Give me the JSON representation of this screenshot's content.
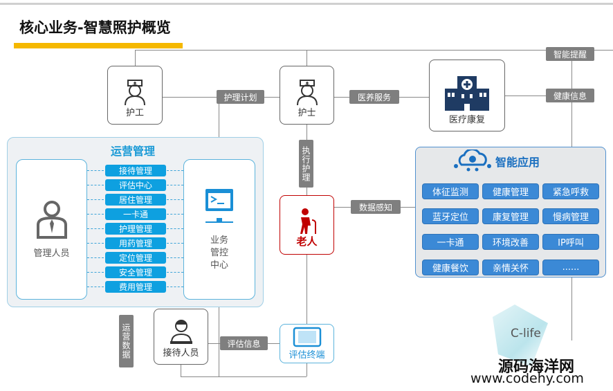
{
  "title": "核心业务-智慧照护概览",
  "nodes": {
    "nurse_aide": "护工",
    "nurse": "护士",
    "medical": "医疗康复",
    "elder": "老人",
    "receptionist": "接待人员",
    "terminal": "评估终端",
    "manager": "管理人员",
    "control_center": "业务管控中心"
  },
  "tags": {
    "smart_remind": "智能提醒",
    "health_info": "健康信息",
    "medical_service": "医养服务",
    "care_plan": "护理计划",
    "execute_care": "执行护理",
    "data_sense": "数据感知",
    "assess_info": "评估信息",
    "ops_data": "运营数据"
  },
  "ops": {
    "title": "运营管理",
    "items": [
      "接待管理",
      "评估中心",
      "居住管理",
      "一卡通",
      "护理管理",
      "用药管理",
      "定位管理",
      "安全管理",
      "费用管理"
    ]
  },
  "app": {
    "title": "智能应用",
    "items": [
      "体征监测",
      "健康管理",
      "紧急呼救",
      "蓝牙定位",
      "康复管理",
      "慢病管理",
      "一卡通",
      "环境改善",
      "IP呼叫",
      "健康餐饮",
      "亲情关怀",
      "......"
    ]
  },
  "logos": {
    "clife": "C-life",
    "site_name": "源码海洋网",
    "site_url": "www.codehy.com"
  },
  "colors": {
    "accent": "#0ea0e0",
    "title_bar": "#f5b800",
    "elder": "#c00000",
    "app_button": "#3b89d6"
  }
}
